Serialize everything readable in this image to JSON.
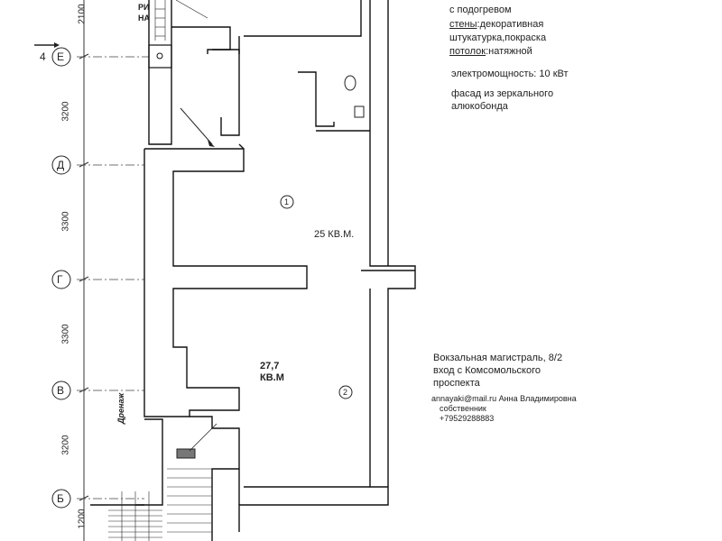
{
  "notes": {
    "line1": "с подогревом",
    "walls_label": "стены",
    "walls_text": ":декоративная",
    "walls_text2": "штукатурка,покраска",
    "ceiling_label": "потолок",
    "ceiling_text": ":натяжной",
    "power": "электромощность: 10 кВт",
    "facade1": "фасад из зеркального",
    "facade2": "алюкобонда"
  },
  "address": {
    "line1": "Вокзальная магистраль, 8/2",
    "line2": "вход с Комсомольского",
    "line3": "проспекта"
  },
  "contact": {
    "email_name": "annayaki@mail.ru Анна Владимировна",
    "role": "собственник",
    "phone": "+79529288883"
  },
  "rooms": [
    {
      "number": "1",
      "area": "25 КВ.М."
    },
    {
      "number": "2",
      "area_line1": "27,7",
      "area_line2": "КВ.М"
    }
  ],
  "axes": [
    "Е",
    "Д",
    "Г",
    "В",
    "Б"
  ],
  "axis_number": "4",
  "dimensions": [
    "2100",
    "3200",
    "3300",
    "3300",
    "3200",
    "1200"
  ],
  "stair_labels": {
    "top": "РИ",
    "bottom": "НА",
    "drainage": "Дренаж"
  }
}
